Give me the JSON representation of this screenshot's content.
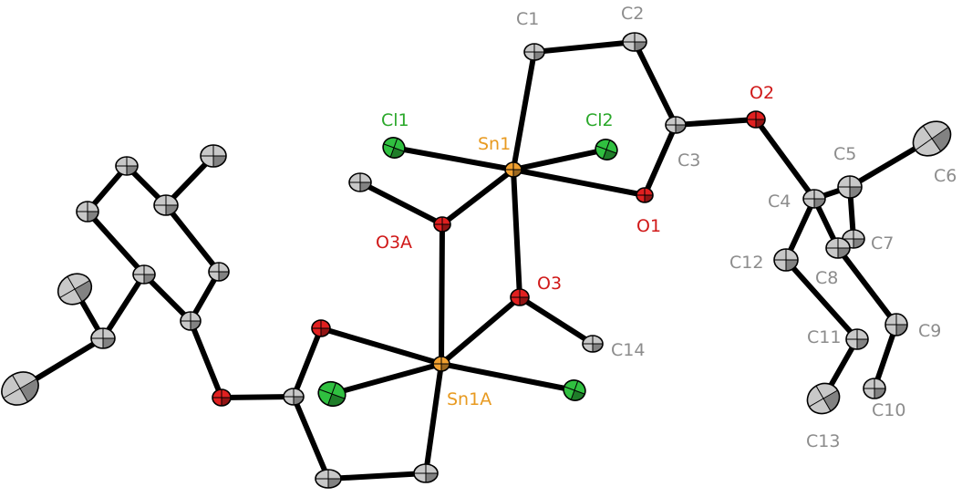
{
  "colors": {
    "bond": "#000000",
    "carbon": "#c8c8c8",
    "oxygen": "#e02020",
    "chlorine": "#30c040",
    "tin": "#f0a030",
    "label_carbon": "#8c8c8c",
    "label_oxygen": "#d01818",
    "label_chlorine": "#2aa82a",
    "label_tin": "#e89a20"
  },
  "labels": {
    "Sn1": "Sn1",
    "Sn1A": "Sn1A",
    "Cl1": "Cl1",
    "Cl2": "Cl2",
    "O1": "O1",
    "O2": "O2",
    "O3": "O3",
    "O3A": "O3A",
    "C1": "C1",
    "C2": "C2",
    "C3": "C3",
    "C4": "C4",
    "C5": "C5",
    "C6": "C6",
    "C7": "C7",
    "C8": "C8",
    "C9": "C9",
    "C10": "C10",
    "C11": "C11",
    "C12": "C12",
    "C13": "C13",
    "C14": "C14"
  }
}
